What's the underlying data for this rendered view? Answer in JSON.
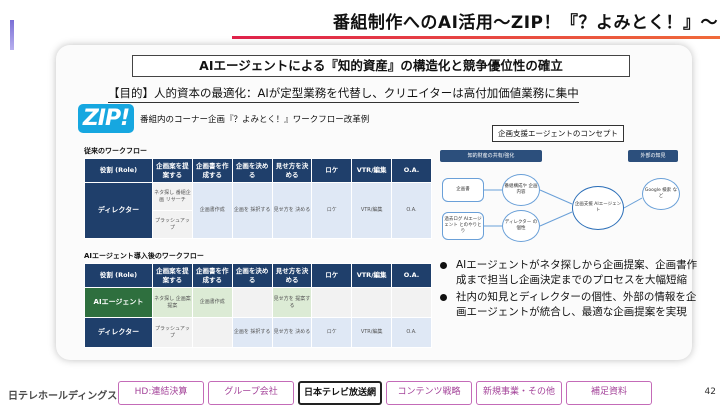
{
  "header": {
    "title": "番組制作へのAI活用〜ZIP！『？よみとく！』〜"
  },
  "headline": "AIエージェントによる『知的資産』の構造化と競争優位性の確立",
  "purpose": "【目的】人的資本の最適化：AIが定型業務を代替し、クリエイターは高付加価値業務に集中",
  "zip": {
    "logo_text": "ZIP!",
    "description": "番組内のコーナー企画『？よみとく！』ワークフロー改革例"
  },
  "workflow_before": {
    "label": "従来のワークフロー",
    "headers": [
      "役割 (Role)",
      "企画案を提案する",
      "企画書を作成する",
      "企画を決める",
      "見せ方を決める",
      "ロケ",
      "VTR/編集",
      "O.A."
    ],
    "role": "ディレクター",
    "cells": [
      "ネタ探し 番組企画 リサーチ",
      "企画書作成",
      "企画を 採択する",
      "見せ方を 決める",
      "ロケ",
      "VTR/編集",
      "O.A."
    ],
    "sub_cell": "プラッシュアップ"
  },
  "workflow_after": {
    "label": "AIエージェント導入後のワークフロー",
    "headers": [
      "役割 (Role)",
      "企画案を提案する",
      "企画書を作成する",
      "企画を決める",
      "見せ方を決める",
      "ロケ",
      "VTR/編集",
      "O.A."
    ],
    "ai_role": "AIエージェント",
    "ai_cells": [
      "ネタ探し 企画案提案",
      "企画書作成",
      "",
      "見せ方を 提案する",
      "",
      "",
      ""
    ],
    "dir_role": "ディレクター",
    "dir_cells": [
      "プラッシュアップ",
      "",
      "企画を 採択する",
      "見せ方を 決める",
      "ロケ",
      "VTR/編集",
      "O.A."
    ]
  },
  "concept": {
    "label": "企画支援エージェントのコンセプト",
    "tag_left": "知的財産の共有/強化",
    "tag_right": "外部の知見",
    "node_a": "企画書",
    "node_b": "過去ログ AIエージェント とのやりとり",
    "node_c": "番組構成や 企画内容",
    "node_d": "ディレクター の個性",
    "node_center": "企画支援 AIエージェント",
    "node_ext": "Google 検索 など"
  },
  "bullets": [
    "AIエージェントがネタ探しから企画提案、企画書作成まで担当し企画決定までのプロセスを大幅短縮",
    "社内の知見とディレクターの個性、外部の情報を企画エージェントが統合し、最適な企画提案を実現"
  ],
  "footer": {
    "logo": "日テレホールディングス",
    "tabs": [
      "HD:連結決算",
      "グループ会社",
      "日本テレビ放送網",
      "コンテンツ戦略",
      "新規事業・その他",
      "補足資料"
    ],
    "page_number": "42"
  },
  "colors": {
    "accent_red": "#e0224b",
    "table_header": "#1f3f6b",
    "tab_border": "#c46bb8"
  }
}
